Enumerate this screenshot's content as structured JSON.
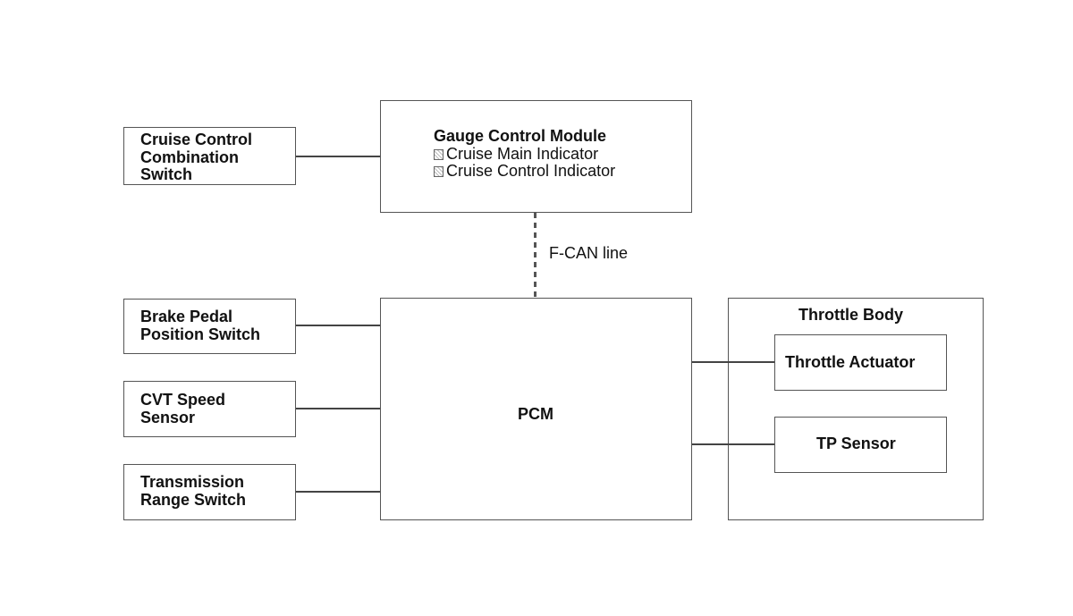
{
  "gauge_control_module": {
    "title": "Gauge Control Module",
    "indicators": [
      "Cruise Main Indicator",
      "Cruise Control Indicator"
    ]
  },
  "inputs": {
    "cruise_control_switch": [
      "Cruise Control",
      "Combination",
      "Switch"
    ],
    "brake_pedal_switch": [
      "Brake Pedal",
      "Position Switch"
    ],
    "cvt_speed_sensor": [
      "CVT Speed",
      "Sensor"
    ],
    "transmission_range_switch": [
      "Transmission",
      "Range Switch"
    ]
  },
  "pcm": {
    "label": "PCM"
  },
  "bus": {
    "label": "F-CAN line"
  },
  "throttle_body": {
    "title": "Throttle Body",
    "actuator": "Throttle Actuator",
    "tp_sensor": "TP Sensor"
  }
}
